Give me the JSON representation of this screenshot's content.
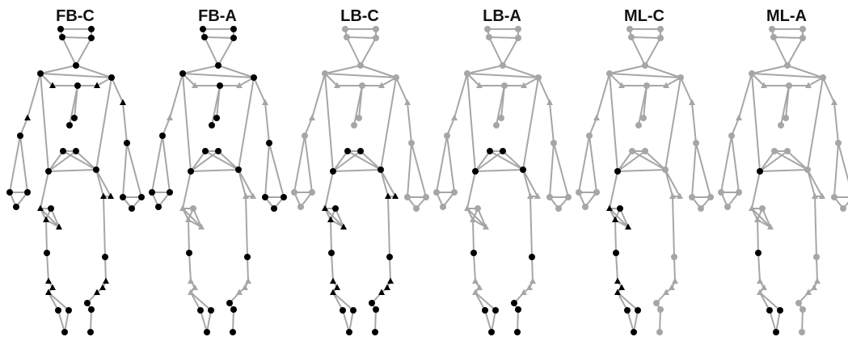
{
  "figure": {
    "panels": [
      {
        "id": "fb-c",
        "title": "FB-C",
        "highlight": "all"
      },
      {
        "id": "fb-a",
        "title": "FB-A",
        "highlight": "fb_a"
      },
      {
        "id": "lb-c",
        "title": "LB-C",
        "highlight": "lower"
      },
      {
        "id": "lb-a",
        "title": "LB-A",
        "highlight": "lower_sparse"
      },
      {
        "id": "ml-c",
        "title": "ML-C",
        "highlight": "left_leg"
      },
      {
        "id": "ml-a",
        "title": "ML-A",
        "highlight": "left_leg_sparse"
      }
    ],
    "colors": {
      "edge": "#a6a6a6",
      "inactive_marker": "#a6a6a6",
      "active_marker": "#000000"
    },
    "marker_shapes": [
      "circle",
      "triangle"
    ]
  }
}
